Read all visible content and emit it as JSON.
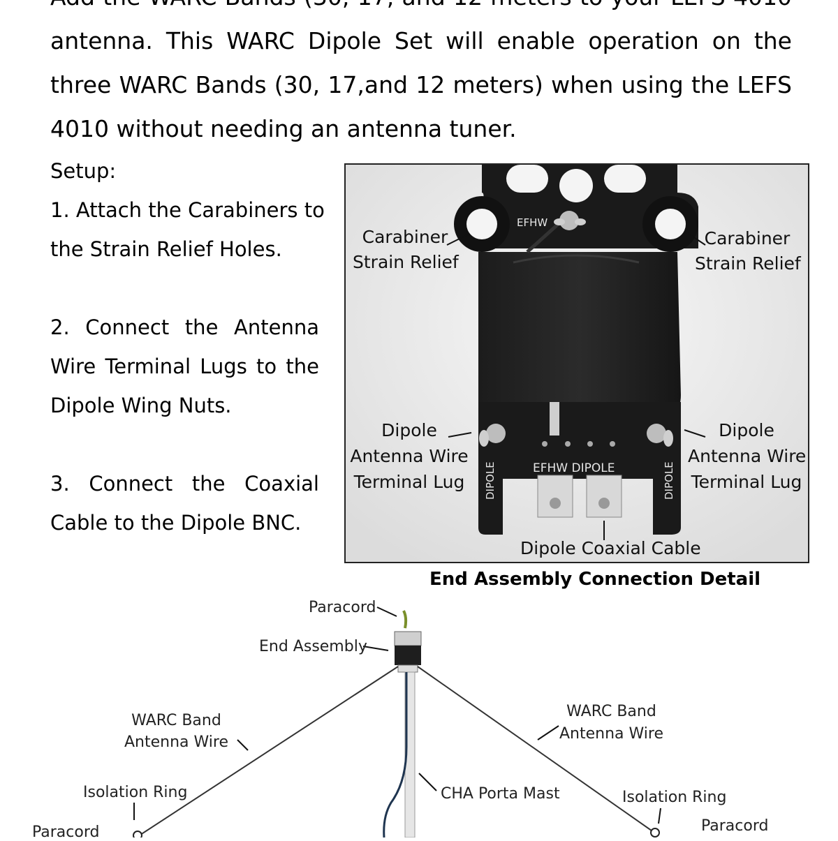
{
  "intro": {
    "line0": "Add the WARC Bands (30, 17, and 12 meters to your LEFS 4010",
    "line1": "antenna.  This WARC Dipole Set will enable operation on the",
    "line2": "three WARC Bands (30, 17,and 12 meters) when using the LEFS",
    "line3": "4010 without needing an antenna tuner."
  },
  "setup": {
    "heading": "Setup:",
    "step1": [
      "1. Attach the Carabiners to",
      "the Strain Relief Holes."
    ],
    "step2": [
      "2. Connect the Antenna",
      "Wire Terminal Lugs to the",
      "Dipole Wing Nuts."
    ],
    "step3": [
      "3. Connect the Coaxial",
      "Cable to the Dipole BNC."
    ]
  },
  "photo": {
    "caption": "End Assembly Connection Detail",
    "board_top_text": "EFHW",
    "board_bottom_text": "EFHW DIPOLE",
    "side_text": "DIPOLE",
    "labels": {
      "carabiner_left": [
        "Carabiner",
        "Strain Relief"
      ],
      "carabiner_right": [
        "Carabiner",
        "Strain Relief"
      ],
      "dipole_left": [
        "Dipole",
        "Antenna Wire",
        "Terminal Lug"
      ],
      "dipole_right": [
        "Dipole",
        "Antenna Wire",
        "Terminal Lug"
      ],
      "coax": "Dipole Coaxial Cable"
    }
  },
  "diagram": {
    "paracord_top": "Paracord",
    "end_assembly": "End Assembly",
    "warc_left": [
      "WARC Band",
      "Antenna Wire"
    ],
    "warc_right": [
      "WARC Band",
      "Antenna Wire"
    ],
    "isolation_left": "Isolation Ring",
    "isolation_right": "Isolation Ring",
    "mast": "CHA Porta Mast",
    "paracord_left": "Paracord",
    "paracord_right": "Paracord"
  }
}
